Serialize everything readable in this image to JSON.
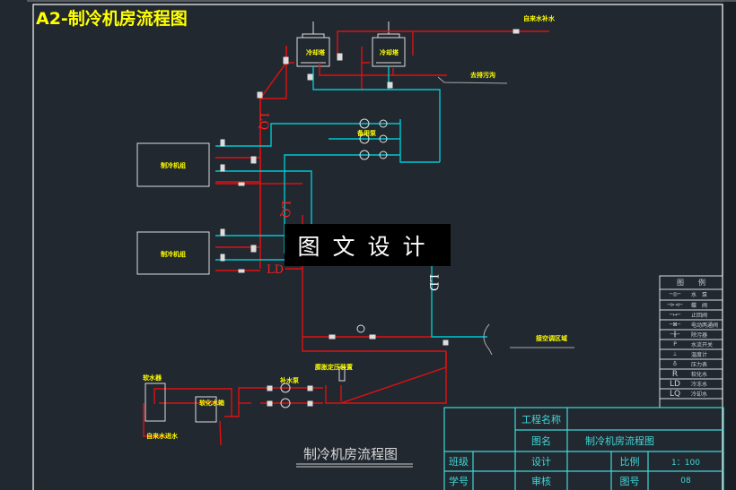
{
  "drawing_title": "A2-制冷机房流程图",
  "watermark": "图文设计",
  "labels": {
    "cooling_tower_1": "冷却塔",
    "cooling_tower_2": "冷却塔",
    "makeup_water": "自来水补水",
    "drain": "去排污沟",
    "chiller_1": "制冷机组",
    "chiller_2": "制冷机组",
    "standby_pump": "备用泵",
    "to_ac_area": "接空调区域",
    "softener": "软水器",
    "soft_water_tank": "软化水箱",
    "makeup_pump": "补水泵",
    "pressure_device": "膨胀定压装置",
    "tap_water_in": "自来水进水",
    "pipe_lq": "LQ",
    "pipe_ld": "LD",
    "bottom_title": "制冷机房流程图"
  },
  "legend": {
    "header": "图　　例",
    "items": [
      {
        "symbol": "─◎─",
        "label": "水　泵"
      },
      {
        "symbol": "─⊳⊲─",
        "label": "蝶　阀"
      },
      {
        "symbol": "─↦─",
        "label": "止回阀"
      },
      {
        "symbol": "─⊠─",
        "label": "电动两通阀"
      },
      {
        "symbol": "─╫─",
        "label": "除污器"
      },
      {
        "symbol": "P",
        "label": "水流开关"
      },
      {
        "symbol": "⊥",
        "label": "温度计"
      },
      {
        "symbol": "♁",
        "label": "压力表"
      },
      {
        "symbol": "R",
        "label": "软化水"
      },
      {
        "symbol": "LD",
        "label": "冷冻水"
      },
      {
        "symbol": "LQ",
        "label": "冷却水"
      }
    ]
  },
  "title_block": {
    "project_name_label": "工程名称",
    "project_name": "",
    "drawing_name_label": "图名",
    "drawing_name": "制冷机房流程图",
    "class_label": "班级",
    "student_id_label": "学号",
    "design_label": "设计",
    "review_label": "审核",
    "scale_label": "比例",
    "scale": "1：100",
    "drawing_no_label": "图号",
    "drawing_no": "08"
  },
  "colors": {
    "background": "#212830",
    "chilled": "#00c8d0",
    "cooling": "#e01010",
    "text": "#ffff00",
    "frame": "#ffffff",
    "titleblock": "#3fd8d8"
  }
}
